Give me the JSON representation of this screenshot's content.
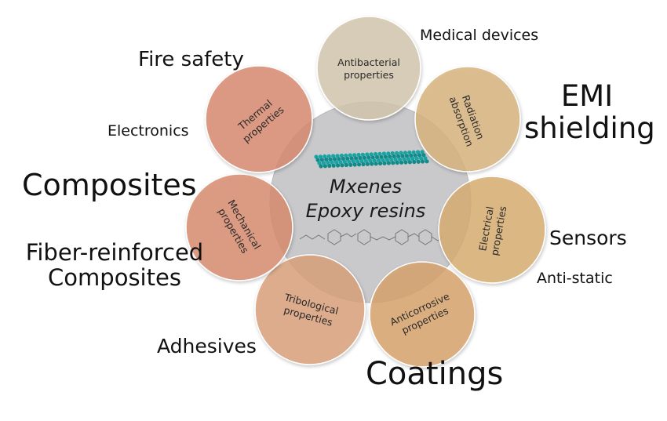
{
  "center": {
    "lines": [
      "Mxenes",
      "Epoxy resins"
    ],
    "fill": "#c9c9cb",
    "mxene_color": "#1aa3a3"
  },
  "properties": [
    {
      "id": "antibacterial",
      "lines": [
        "Antibacterial",
        "properties"
      ],
      "fill": "#d3c7ad"
    },
    {
      "id": "radiation",
      "lines": [
        "Radiation",
        "absorption"
      ],
      "fill": "#d9b57f"
    },
    {
      "id": "electrical",
      "lines": [
        "Electrical",
        "properties"
      ],
      "fill": "#d9ad72"
    },
    {
      "id": "anticorrosive",
      "lines": [
        "Anticorrosive",
        "properties"
      ],
      "fill": "#d9a36d"
    },
    {
      "id": "tribological",
      "lines": [
        "Tribological",
        "properties"
      ],
      "fill": "#dba17d"
    },
    {
      "id": "mechanical",
      "lines": [
        "Mechanical",
        "properties"
      ],
      "fill": "#d98c6f"
    },
    {
      "id": "thermal",
      "lines": [
        "Thermal",
        "properties"
      ],
      "fill": "#d98a70"
    }
  ],
  "applications": [
    {
      "id": "medical-devices",
      "text": "Medical devices"
    },
    {
      "id": "fire-safety",
      "text": "Fire safety"
    },
    {
      "id": "emi-shielding",
      "lines": [
        "EMI",
        "shielding"
      ]
    },
    {
      "id": "electronics",
      "text": "Electronics"
    },
    {
      "id": "composites",
      "text": "Composites"
    },
    {
      "id": "sensors",
      "text": "Sensors"
    },
    {
      "id": "fiber-reinforced-composites",
      "lines": [
        "Fiber-reinforced",
        "Composites"
      ]
    },
    {
      "id": "anti-static",
      "text": "Anti-static"
    },
    {
      "id": "adhesives",
      "text": "Adhesives"
    },
    {
      "id": "coatings",
      "text": "Coatings"
    }
  ]
}
